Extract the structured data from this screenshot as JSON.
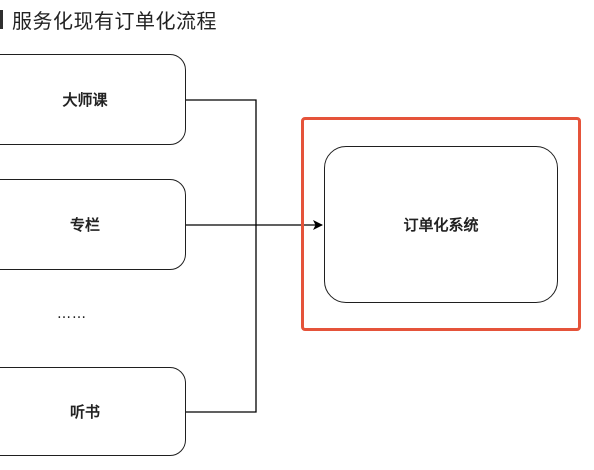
{
  "heading": {
    "text": "服务化现有订单化流程",
    "bar_color": "#2f2f2f"
  },
  "sources": [
    {
      "label": "大师课"
    },
    {
      "label": "专栏"
    },
    {
      "label": "听书"
    }
  ],
  "ellipsis": "……",
  "target": {
    "label": "订单化系统",
    "highlight_color": "#e5533a"
  }
}
